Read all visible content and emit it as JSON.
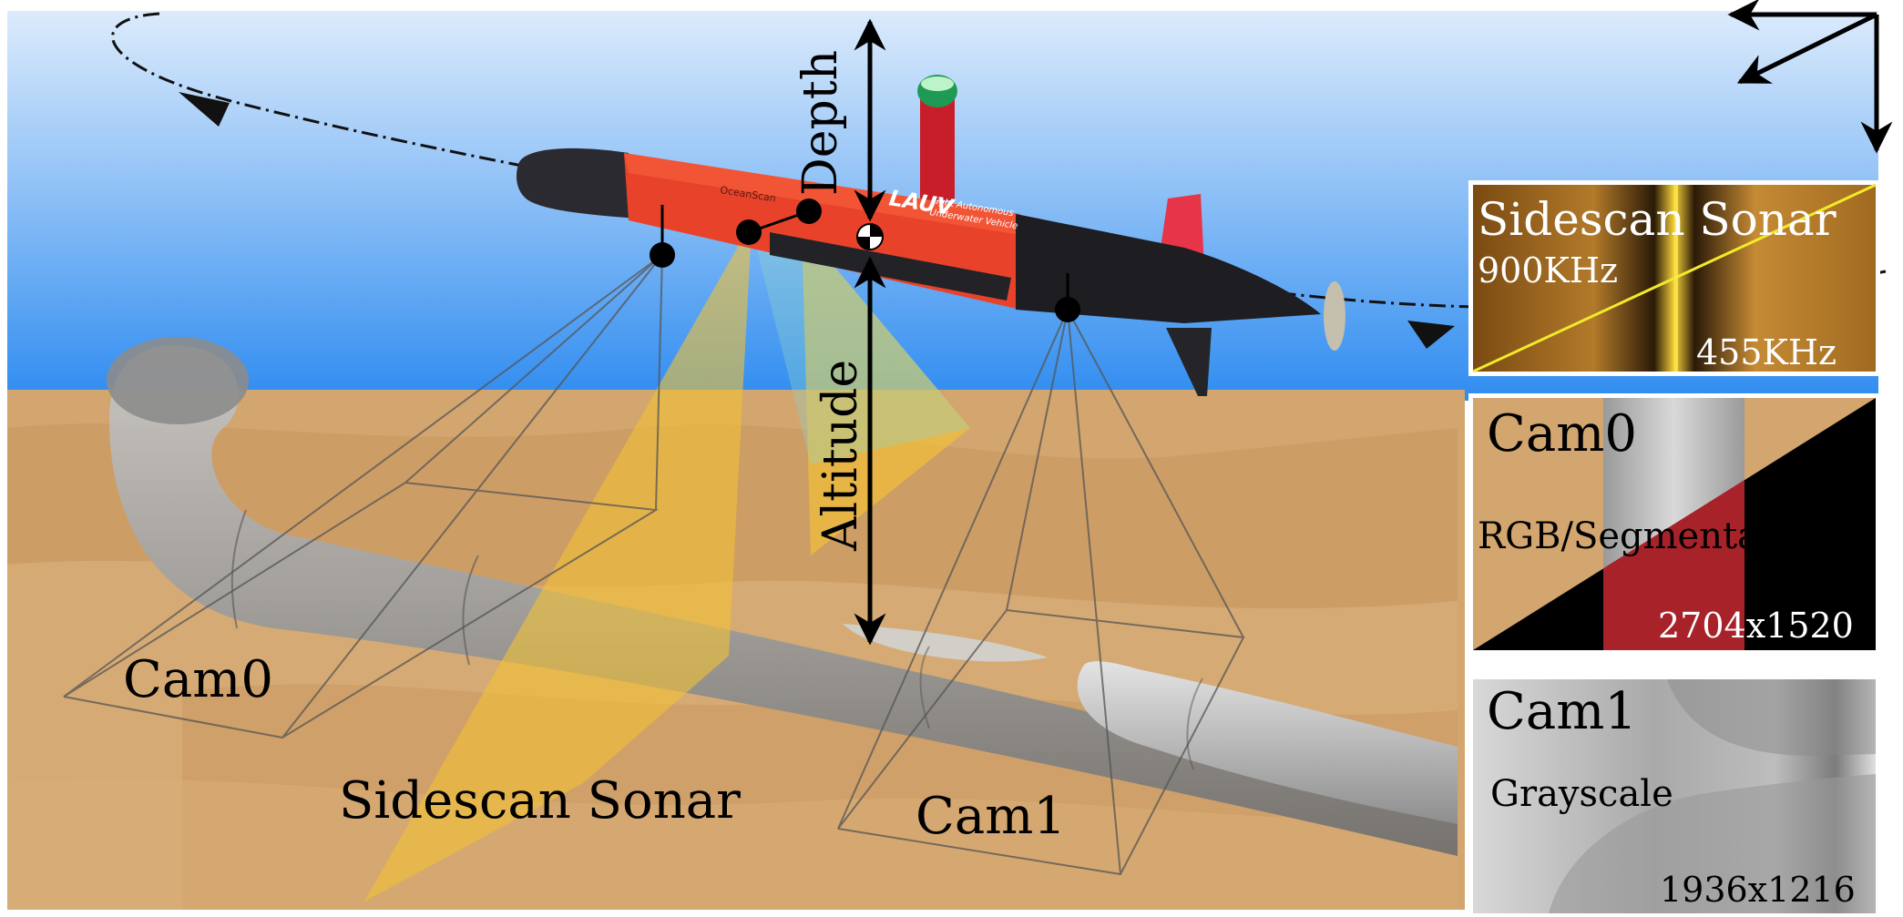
{
  "labels": {
    "depth": "Depth",
    "altitude": "Altitude",
    "cam0": "Cam0",
    "cam1": "Cam1",
    "sidescan_sonar": "Sidescan Sonar"
  },
  "panels": {
    "sonar": {
      "title": "Sidescan Sonar",
      "freq_high": "900KHz",
      "freq_low": "455KHz"
    },
    "cam0": {
      "title": "Cam0",
      "mode": "RGB/Segmentation",
      "resolution": "2704x1520"
    },
    "cam1": {
      "title": "Cam1",
      "mode": "Grayscale",
      "resolution": "1936x1216"
    }
  },
  "vehicle": {
    "brand": "LAUV",
    "line1": "Light Autonomous",
    "line2": "Underwater Vehicle",
    "maker": "OceanScan"
  },
  "colors": {
    "sky_top": "#d6e8fb",
    "water": "#3f97f3",
    "seabed": "#d2a46e",
    "hull_red": "#e8402a",
    "hull_black": "#1b1b1f",
    "sonar_beam": "#f4c83a",
    "camera_beam": "#7fc9c0",
    "pipe": "#9c9c9c",
    "segmentation": "#a8222a"
  }
}
